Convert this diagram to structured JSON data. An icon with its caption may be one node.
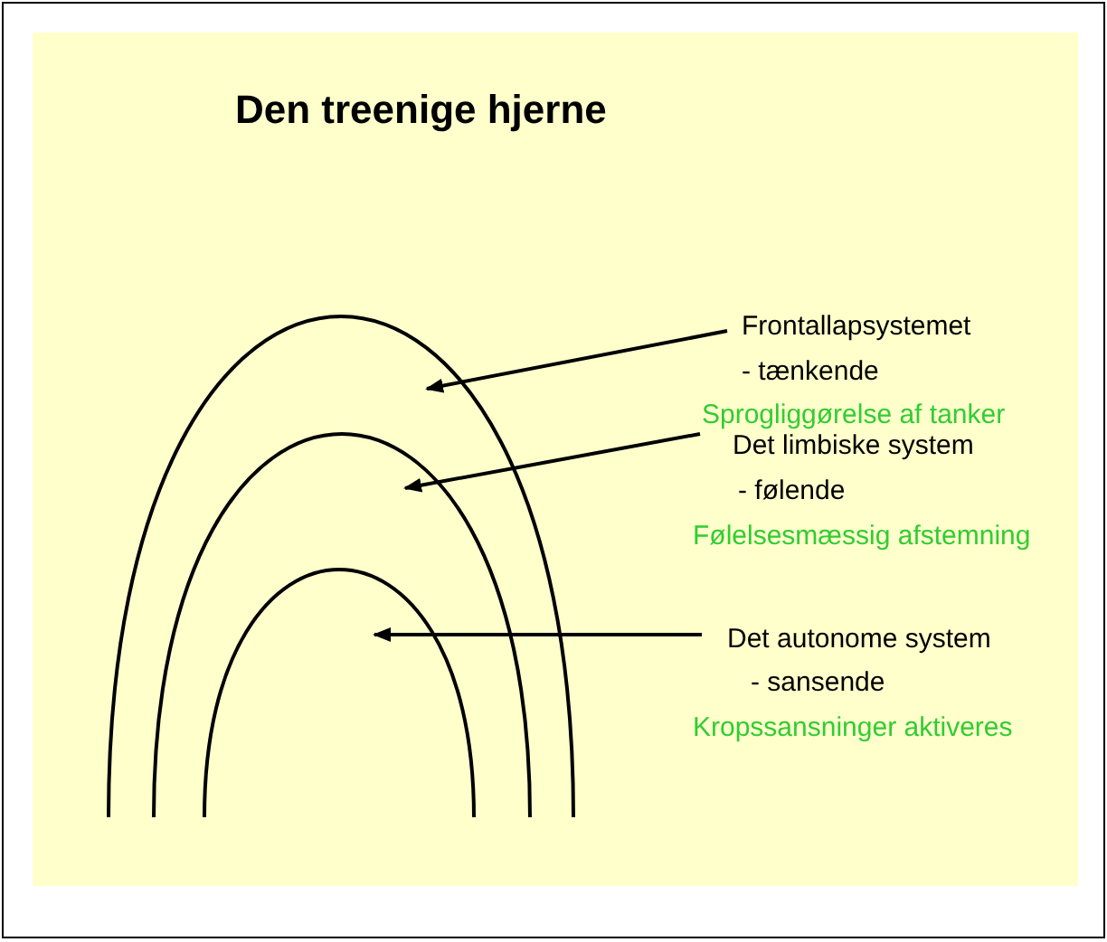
{
  "diagram": {
    "title": "Den treenige hjerne",
    "nodes": [
      {
        "text": [
          "Frontallapsystemet",
          "- tænkende",
          "Sprogliggørelse af tanker"
        ]
      },
      {
        "text": [
          "Det limbiske system",
          "- følende",
          "Følelsesmæssig afstemning"
        ]
      },
      {
        "text": [
          "Det autonome system",
          "- sansende",
          "Kropssansninger aktiveres"
        ]
      },
      {
        "text": [],
        "shape": "arch"
      },
      {
        "text": [],
        "shape": "arch",
        "in": 3
      },
      {
        "text": [],
        "shape": "arch",
        "in": 4
      }
    ],
    "edges": [
      {
        "from": 0,
        "to": 3,
        "arrow": "to"
      },
      {
        "from": 1,
        "to": 4,
        "arrow": "to"
      },
      {
        "from": 2,
        "to": 5,
        "arrow": "to"
      }
    ]
  }
}
